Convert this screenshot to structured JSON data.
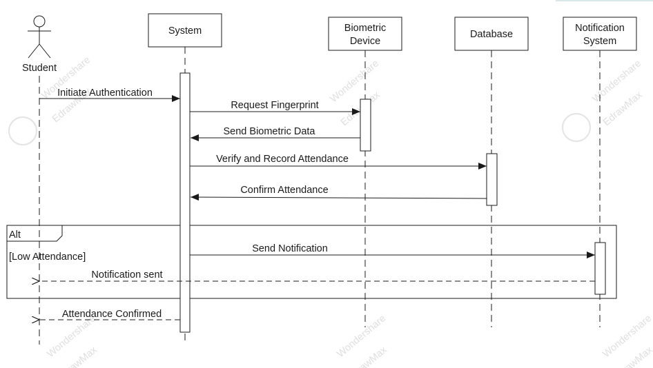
{
  "participants": {
    "student": "Student",
    "system": "System",
    "biometric_line1": "Biometric",
    "biometric_line2": "Device",
    "database": "Database",
    "notification_line1": "Notification",
    "notification_line2": "System"
  },
  "messages": [
    {
      "label": "Initiate Authentication",
      "kind": "sync"
    },
    {
      "label": "Request Fingerprint",
      "kind": "sync"
    },
    {
      "label": "Send Biometric Data",
      "kind": "sync"
    },
    {
      "label": "Verify and  Record Attendance",
      "kind": "sync"
    },
    {
      "label": "Confirm Attendance",
      "kind": "sync"
    },
    {
      "label": "Send Notification",
      "kind": "sync"
    },
    {
      "label": "Notification sent",
      "kind": "return"
    },
    {
      "label": "Attendance Confirmed",
      "kind": "return"
    }
  ],
  "fragment": {
    "operator": "Alt",
    "guard": "[Low Attendance]"
  },
  "watermark": {
    "brand": "EdrawMax",
    "vendor": "Wondershare"
  },
  "colors": {
    "line": "#1a1a1a",
    "watermark": "#b8b8b8"
  }
}
